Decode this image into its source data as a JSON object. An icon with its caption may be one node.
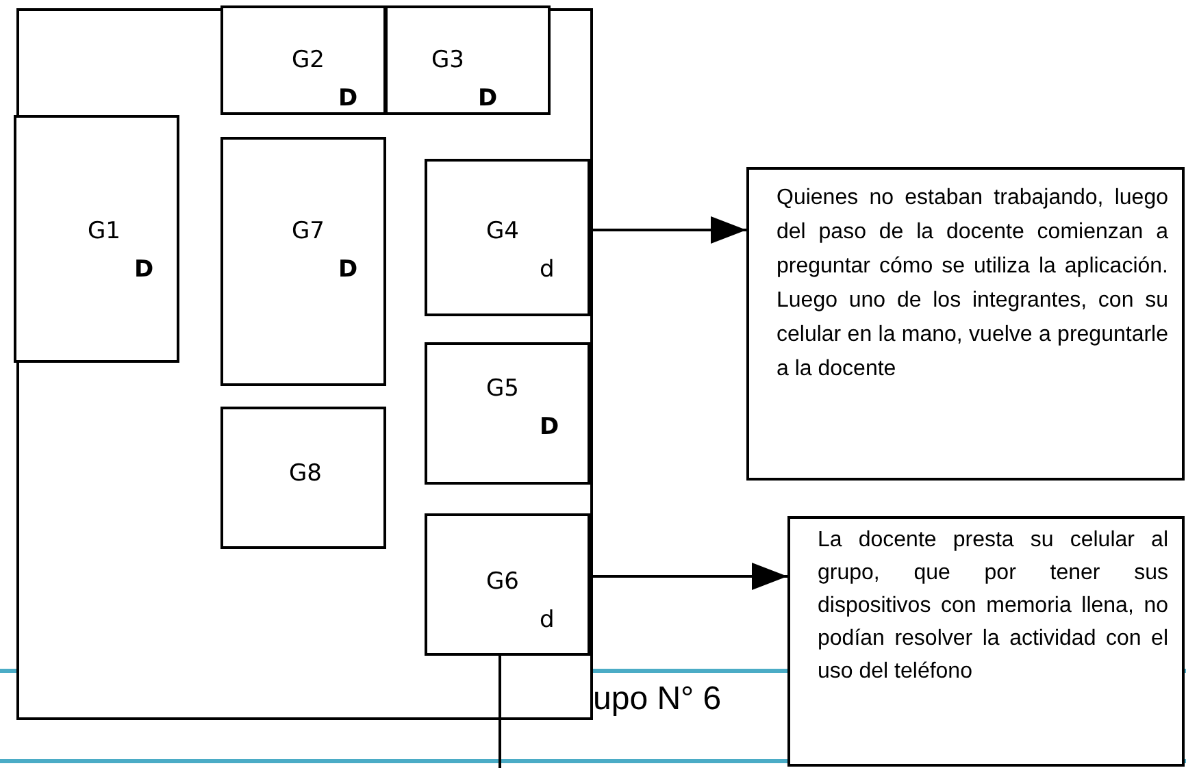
{
  "diagram": {
    "nodes": [
      {
        "text": [],
        "shape": "box"
      },
      {
        "text": [
          "G2",
          "**D**"
        ],
        "in": 0
      },
      {
        "text": [
          "G3",
          "**D**"
        ],
        "in": 0
      },
      {
        "text": [
          "G1",
          "**D**"
        ],
        "in": 0
      },
      {
        "text": [
          "G7",
          "**D**"
        ],
        "in": 0
      },
      {
        "text": [
          "G4",
          "d"
        ],
        "in": 0
      },
      {
        "text": [
          "G5",
          "**D**"
        ],
        "in": 0
      },
      {
        "text": [
          "G8"
        ],
        "in": 0
      },
      {
        "text": [
          "G6",
          "d"
        ],
        "in": 0
      },
      {
        "text": [
          "Quienes no estaban trabajando, luego del paso de la docente comienzan a preguntar cómo se utiliza la aplicación. Luego uno de los integrantes, con su celular en la mano, vuelve a preguntarle a la docente"
        ]
      },
      {
        "text": [
          "La docente presta su celular al grupo, que por tener sus dispositivos con memoria llena, no podían resolver la actividad con el uso del teléfono"
        ]
      }
    ],
    "edges": [
      {
        "from": 5,
        "to": 9,
        "arrow": "to"
      },
      {
        "from": 8,
        "to": 10,
        "arrow": "to"
      },
      {
        "from": 8,
        "to": null,
        "arrow": "none"
      }
    ],
    "labels": [
      "upo N° 6"
    ]
  }
}
